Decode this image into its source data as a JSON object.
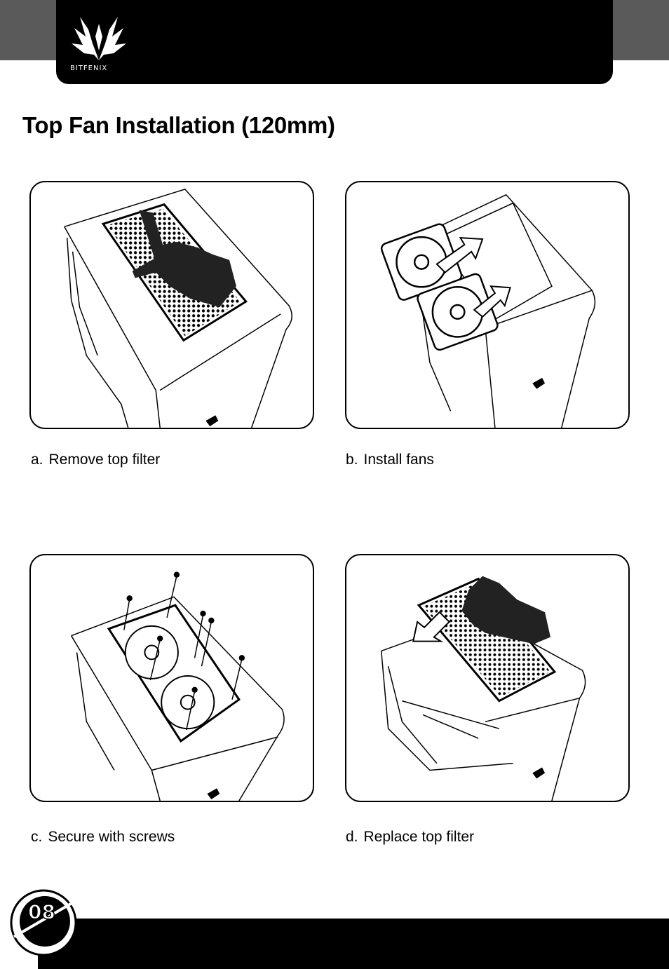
{
  "header": {
    "brand": "BITFENIX",
    "logo_icon": "bitfenix-logo-icon"
  },
  "page_title": "Top Fan Installation (120mm)",
  "steps": [
    {
      "letter": "a.",
      "label": "Remove top filter"
    },
    {
      "letter": "b.",
      "label": "Install fans"
    },
    {
      "letter": "c.",
      "label": "Secure with screws"
    },
    {
      "letter": "d.",
      "label": "Replace top filter"
    }
  ],
  "footer": {
    "page_number": "08"
  },
  "colors": {
    "black": "#000000",
    "gray": "#5a5a5a",
    "white": "#ffffff"
  }
}
